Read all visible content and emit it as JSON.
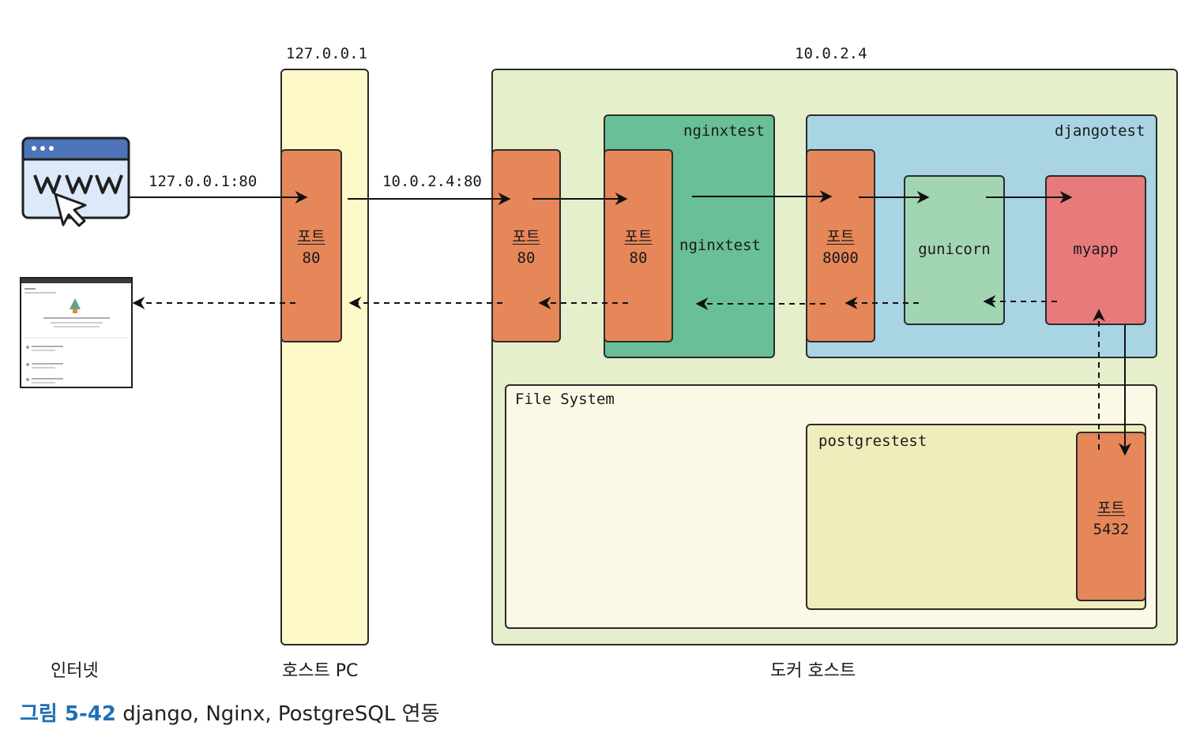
{
  "colors": {
    "host_pc": "#fdf9c8",
    "docker_host": "#e5efcc",
    "nginx_container": "#68bf98",
    "django_container": "#a8d4e4",
    "gunicorn": "#a2d5b2",
    "myapp": "#e87a7c",
    "file_system": "#fbf9e6",
    "postgres_container": "#f0edbc",
    "port": "#e6875a",
    "caption_accent": "#1f6fb5"
  },
  "ip_labels": {
    "host_pc": "127.0.0.1",
    "docker_host": "10.0.2.4"
  },
  "links": {
    "browser_to_host": "127.0.0.1:80",
    "host_to_docker": "10.0.2.4:80"
  },
  "port_word": "포트",
  "ports": {
    "host_pc": "80",
    "docker_host": "80",
    "nginx": "80",
    "django": "8000",
    "postgres": "5432"
  },
  "containers": {
    "nginx_title": "nginxtest",
    "nginx_inner": "nginxtest",
    "django_title": "djangotest",
    "gunicorn": "gunicorn",
    "myapp": "myapp",
    "file_system": "File System",
    "postgres_title": "postgrestest"
  },
  "bottom_labels": {
    "internet": "인터넷",
    "host_pc": "호스트 PC",
    "docker_host": "도커 호스트"
  },
  "caption": {
    "number": "그림 5-42",
    "text": "django, Nginx, PostgreSQL 연동"
  },
  "icons": [
    "www-browser-icon",
    "web-page-screenshot-icon"
  ]
}
